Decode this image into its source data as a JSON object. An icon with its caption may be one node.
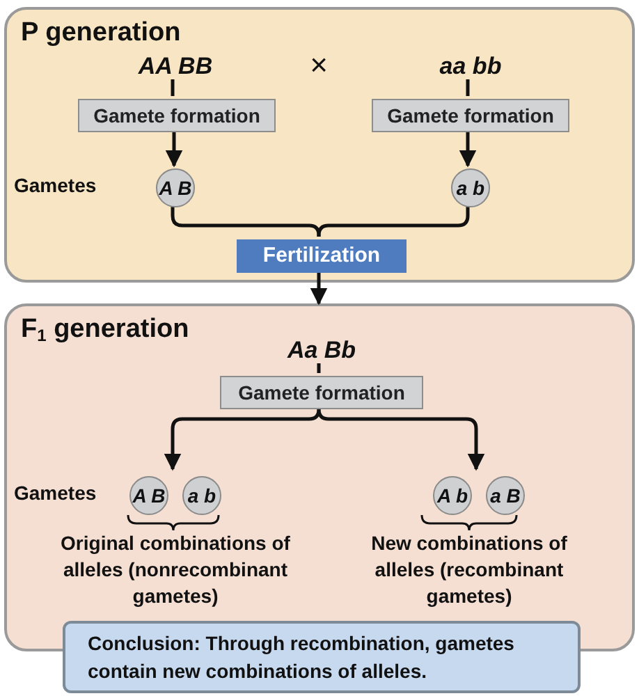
{
  "diagram": {
    "nodes": [
      {
        "text": [
          "P generation"
        ]
      },
      {
        "text": [
          "AA BB"
        ],
        "in": 0
      },
      {
        "text": [
          "aa bb"
        ],
        "in": 0
      },
      {
        "text": [
          "Gamete formation"
        ],
        "in": 0
      },
      {
        "text": [
          "Gamete formation"
        ],
        "in": 0
      },
      {
        "text": [
          "A B"
        ],
        "in": 0
      },
      {
        "text": [
          "a b"
        ],
        "in": 0
      },
      {
        "text": [
          "Fertilization"
        ],
        "in": 0
      },
      {
        "text": [
          "F$_{1}$ generation"
        ]
      },
      {
        "text": [
          "Aa Bb"
        ],
        "in": 8
      },
      {
        "text": [
          "Gamete formation"
        ],
        "in": 8
      },
      {
        "text": [
          "A B"
        ],
        "in": 8
      },
      {
        "text": [
          "a b"
        ],
        "in": 8
      },
      {
        "text": [
          "A b"
        ],
        "in": 8
      },
      {
        "text": [
          "a B"
        ],
        "in": 8
      },
      {
        "text": [
          "Conclusion: Through recombination, gametes contain new combinations of alleles."
        ]
      }
    ],
    "edges": [
      {
        "from": 1,
        "to": 3,
        "arrow": "none"
      },
      {
        "from": 3,
        "to": 5,
        "arrow": "to"
      },
      {
        "from": 2,
        "to": 4,
        "arrow": "none"
      },
      {
        "from": 4,
        "to": 6,
        "arrow": "to"
      },
      {
        "from": 5,
        "to": 7,
        "arrow": "none"
      },
      {
        "from": 6,
        "to": 7,
        "arrow": "none"
      },
      {
        "from": 7,
        "to": 8,
        "arrow": "to"
      },
      {
        "from": 9,
        "to": 10,
        "arrow": "none"
      },
      {
        "from": 10,
        "to": 11,
        "arrow": "to"
      },
      {
        "from": 10,
        "to": 12,
        "arrow": "to"
      },
      {
        "from": 10,
        "to": 13,
        "arrow": "to"
      },
      {
        "from": 10,
        "to": 14,
        "arrow": "to"
      }
    ],
    "labels": [
      "×",
      "Gametes",
      "Gametes",
      "Original combinations of alleles (nonrecombinant gametes)",
      "New combinations of alleles (recombinant gametes)"
    ]
  }
}
